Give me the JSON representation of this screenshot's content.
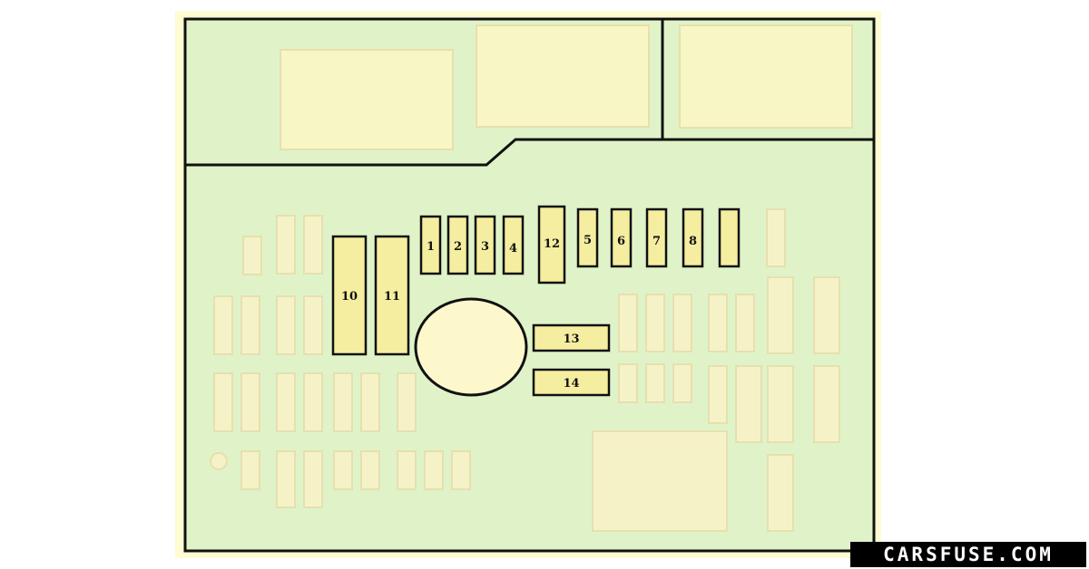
{
  "colors": {
    "outer_frame": "#fefcd2",
    "panel": "#e0f3c8",
    "faded_slot": "#f6f2c8",
    "faded_slot_stroke": "#e6e0ae",
    "fuse_fill": "#f5eea0",
    "outline": "#111111",
    "watermark_bg": "#000000",
    "watermark_text": "#ffffff"
  },
  "fuses": [
    {
      "id": "fuse-1",
      "label": "1"
    },
    {
      "id": "fuse-2",
      "label": "2"
    },
    {
      "id": "fuse-3",
      "label": "3"
    },
    {
      "id": "fuse-4",
      "label": "4"
    },
    {
      "id": "fuse-5",
      "label": "5"
    },
    {
      "id": "fuse-6",
      "label": "6"
    },
    {
      "id": "fuse-7",
      "label": "7"
    },
    {
      "id": "fuse-8",
      "label": "8"
    },
    {
      "id": "fuse-10",
      "label": "10"
    },
    {
      "id": "fuse-11",
      "label": "11"
    },
    {
      "id": "fuse-12",
      "label": "12"
    },
    {
      "id": "fuse-13",
      "label": "13"
    },
    {
      "id": "fuse-14",
      "label": "14"
    },
    {
      "id": "fuse-unlabeled",
      "label": ""
    }
  ],
  "watermark": "CARSFUSE.COM"
}
